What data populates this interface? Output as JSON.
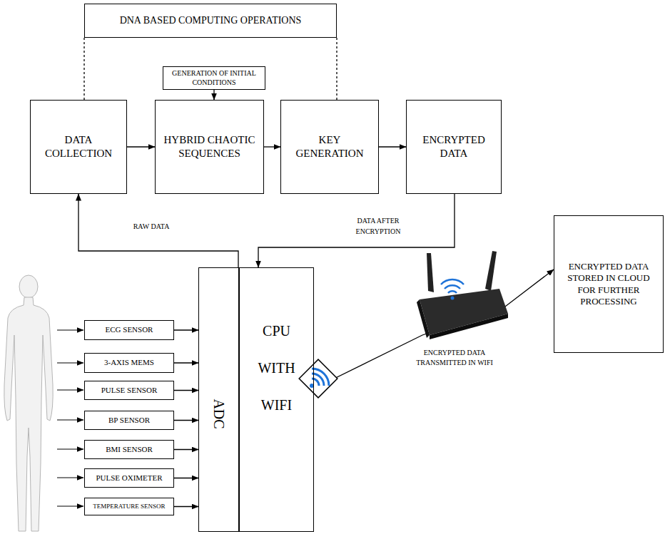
{
  "diagram": {
    "nodes": [
      {
        "text": [
          "DNA BASED COMPUTING OPERATIONS"
        ]
      },
      {
        "text": [
          "GENERATION OF INITIAL CONDITIONS"
        ]
      },
      {
        "text": [
          "DATA COLLECTION"
        ]
      },
      {
        "text": [
          "HYBRID CHAOTIC SEQUENCES"
        ]
      },
      {
        "text": [
          "KEY GENERATION"
        ]
      },
      {
        "text": [
          "ENCRYPTED DATA"
        ]
      },
      {
        "text": [
          "ECG SENSOR"
        ]
      },
      {
        "text": [
          "3-AXIS MEMS"
        ]
      },
      {
        "text": [
          "PULSE SENSOR"
        ]
      },
      {
        "text": [
          "BP SENSOR"
        ]
      },
      {
        "text": [
          "BMI SENSOR"
        ]
      },
      {
        "text": [
          "PULSE OXIMETER"
        ]
      },
      {
        "text": [
          "TEMPERATURE SENSOR"
        ]
      },
      {
        "text": [
          "ADC"
        ]
      },
      {
        "text": [
          "CPU WITH WIFI"
        ]
      },
      {
        "text": [
          "ENCRYPTED DATA STORED IN CLOUD FOR FURTHER PROCESSING"
        ]
      }
    ],
    "edges": [
      {
        "from": 2,
        "to": 3,
        "arrow": "to"
      },
      {
        "from": 1,
        "to": 3,
        "arrow": "to"
      },
      {
        "from": 3,
        "to": 4,
        "arrow": "to"
      },
      {
        "from": 4,
        "to": 5,
        "arrow": "to"
      },
      {
        "from": 0,
        "to": 2,
        "arrow": "none"
      },
      {
        "from": 0,
        "to": 4,
        "arrow": "none"
      },
      {
        "from": 13,
        "to": 2,
        "label": "RAW DATA",
        "arrow": "to"
      },
      {
        "from": 5,
        "to": 14,
        "label": "DATA AFTER ENCRYPTION",
        "arrow": "to"
      },
      {
        "from": 6,
        "to": 13,
        "arrow": "to"
      },
      {
        "from": 7,
        "to": 13,
        "arrow": "to"
      },
      {
        "from": 8,
        "to": 13,
        "arrow": "to"
      },
      {
        "from": 9,
        "to": 13,
        "arrow": "to"
      },
      {
        "from": 10,
        "to": 13,
        "arrow": "to"
      },
      {
        "from": 11,
        "to": 13,
        "arrow": "to"
      },
      {
        "from": 12,
        "to": 13,
        "arrow": "to"
      },
      {
        "from": 14,
        "to": 15,
        "arrow": "to"
      }
    ],
    "labels": [
      "ENCRYPTED DATA TRANSMITTED IN WIFI"
    ]
  }
}
